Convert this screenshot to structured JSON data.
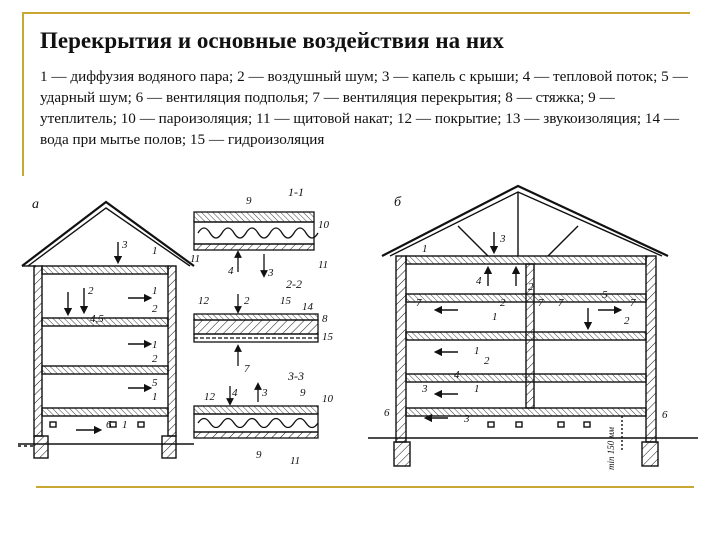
{
  "slide": {
    "title": "Перекрытия и основные воздействия на них",
    "caption": "1 — диффузия водяного пара; 2 — воздушный шум; 3 — капель с крыши; 4 — тепловой поток; 5 — ударный шум; 6 — вентиляция подполья; 7 — вентиляция перекрытия; 8 — стяжка; 9 — утеплитель; 10 — пароизоляция; 11 — щитовой накат; 12 — покрытие; 13 — звукоизоляция; 14 — вода при мытье полов; 15 — гидроизоляция"
  },
  "figure": {
    "panel_a": "а",
    "panel_b": "б",
    "section_1": "1-1",
    "section_2": "2-2",
    "section_3": "3-3",
    "measure": "min 150 мм",
    "colors": {
      "ink": "#111111",
      "accent": "#c8a832"
    },
    "labels_a": [
      "3",
      "1",
      "2",
      "1",
      "4,5",
      "2",
      "1",
      "2",
      "5",
      "1",
      "6",
      "1"
    ],
    "labels_1": [
      "9",
      "10",
      "4",
      "3",
      "11",
      "11"
    ],
    "labels_2": [
      "12",
      "2",
      "15",
      "14",
      "8",
      "15",
      "7"
    ],
    "labels_3": [
      "12",
      "4",
      "9",
      "10",
      "3",
      "9",
      "11"
    ],
    "labels_b": [
      "3",
      "1",
      "4",
      "2",
      "7",
      "2",
      "7",
      "1",
      "7",
      "5",
      "2",
      "7",
      "1",
      "3",
      "4",
      "1",
      "2",
      "6",
      "3",
      "6"
    ]
  }
}
